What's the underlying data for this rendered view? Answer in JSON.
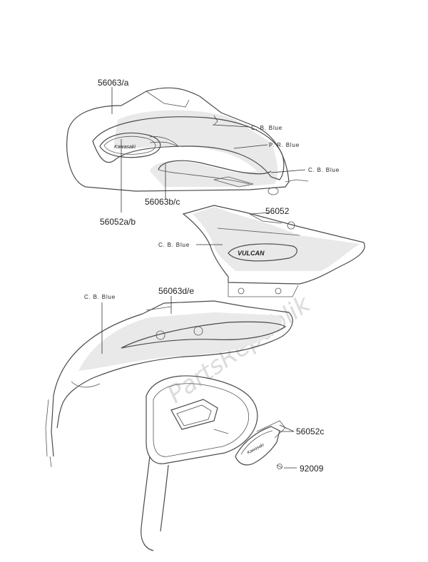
{
  "watermark": "PartsRepublik",
  "labels": {
    "p56063a": "56063/a",
    "p56052ab": "56052a/b",
    "p56063bc": "56063b/c",
    "p56052": "56052",
    "p56063de": "56063d/e",
    "p56052c": "56052c",
    "p92009": "92009",
    "color_tank_cb_blue_1": "C. B. Blue",
    "color_tank_pr_blue": "P. R. Blue",
    "color_tank_cb_blue_2": "C. B. Blue",
    "color_sidecover_cb_blue": "C. B. Blue",
    "color_fender_cb_blue": "C. B. Blue"
  },
  "emblems": {
    "tank": "Kawasaki",
    "side_cover": "VULCAN",
    "badge": "Kawasaki"
  }
}
